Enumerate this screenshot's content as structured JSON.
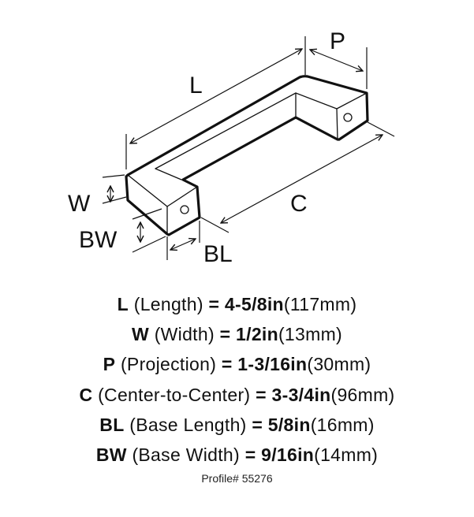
{
  "diagram": {
    "labels": {
      "L": "L",
      "P": "P",
      "W": "W",
      "C": "C",
      "BW": "BW",
      "BL": "BL"
    }
  },
  "specs": [
    {
      "code": "L",
      "name": "(Length)",
      "imperial": "= 4-5/8in",
      "metric": "(117mm)"
    },
    {
      "code": "W",
      "name": "(Width)",
      "imperial": "= 1/2in",
      "metric": "(13mm)"
    },
    {
      "code": "P",
      "name": "(Projection)",
      "imperial": "= 1-3/16in",
      "metric": "(30mm)"
    },
    {
      "code": "C",
      "name": "(Center-to-Center)",
      "imperial": "= 3-3/4in",
      "metric": "(96mm)"
    },
    {
      "code": "BL",
      "name": "(Base Length)",
      "imperial": "= 5/8in",
      "metric": "(16mm)"
    },
    {
      "code": "BW",
      "name": "(Base Width)",
      "imperial": "= 9/16in",
      "metric": "(14mm)"
    }
  ],
  "profile": "Profile# 55276"
}
